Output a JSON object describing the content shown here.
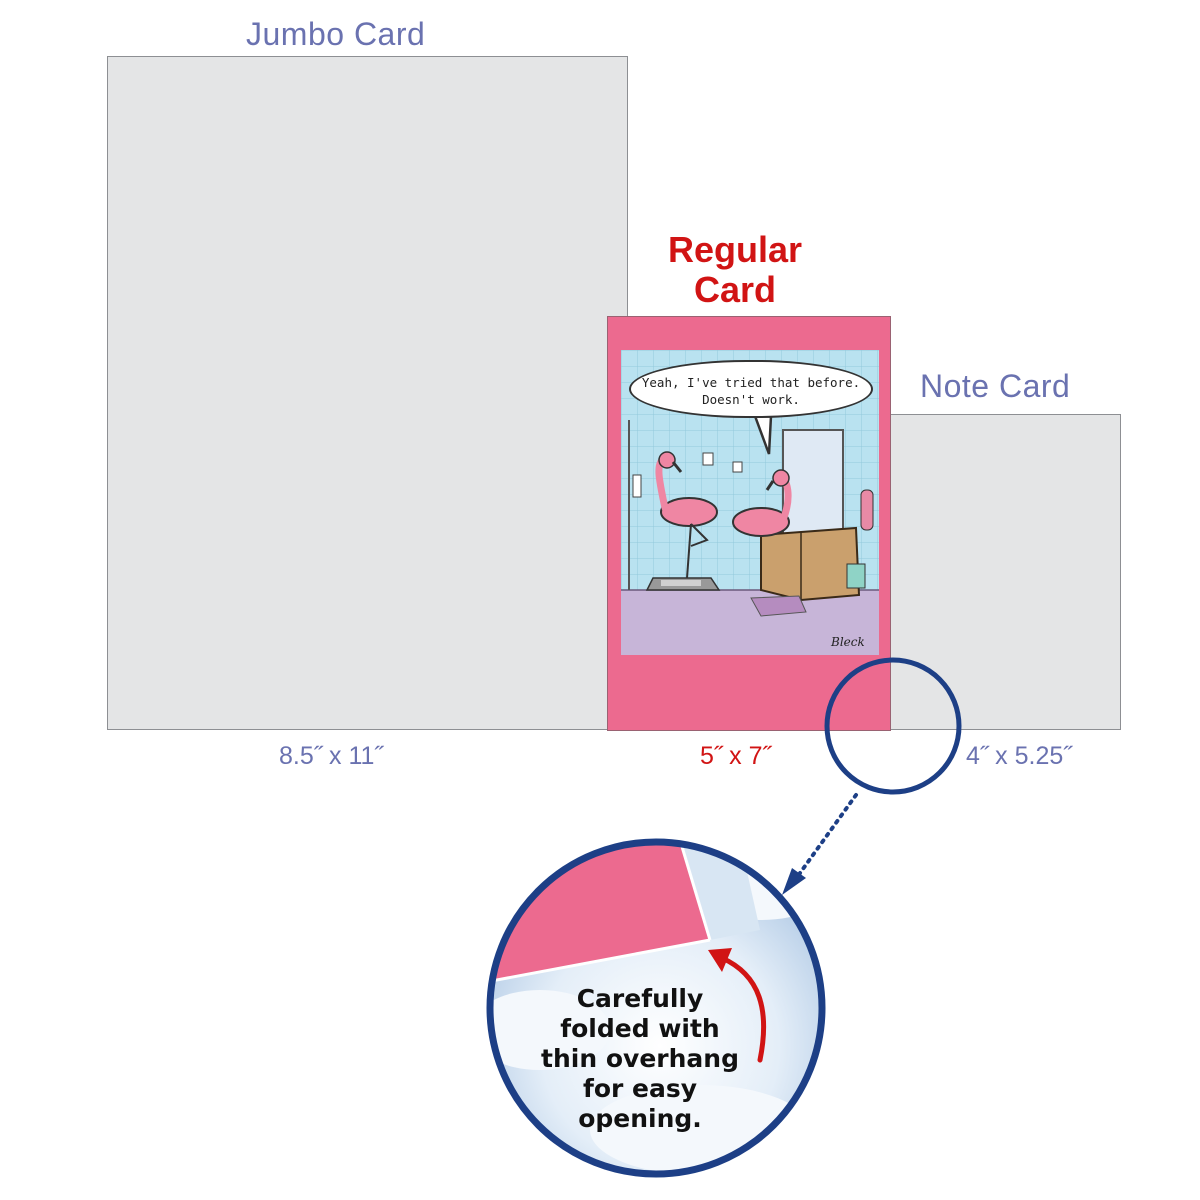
{
  "jumbo": {
    "title": "Jumbo Card",
    "size": "8.5˝  x 11˝"
  },
  "regular": {
    "title_line1": "Regular",
    "title_line2": "Card",
    "size": "5˝ x 7˝"
  },
  "note": {
    "title": "Note Card",
    "size": "4˝ x 5.25˝"
  },
  "cartoon": {
    "speech_line1": "Yeah, I've tried that before.",
    "speech_line2": "Doesn't work.",
    "signature": "Bleck"
  },
  "zoom": {
    "lines": [
      "Carefully",
      "folded with",
      "thin overhang",
      "for easy",
      "opening."
    ]
  },
  "colors": {
    "card_pink": "#ec6a8f",
    "circle_blue": "#1d3f86",
    "arrow_red": "#d11414",
    "label_blue": "#6a72b0",
    "label_red": "#d11414"
  }
}
